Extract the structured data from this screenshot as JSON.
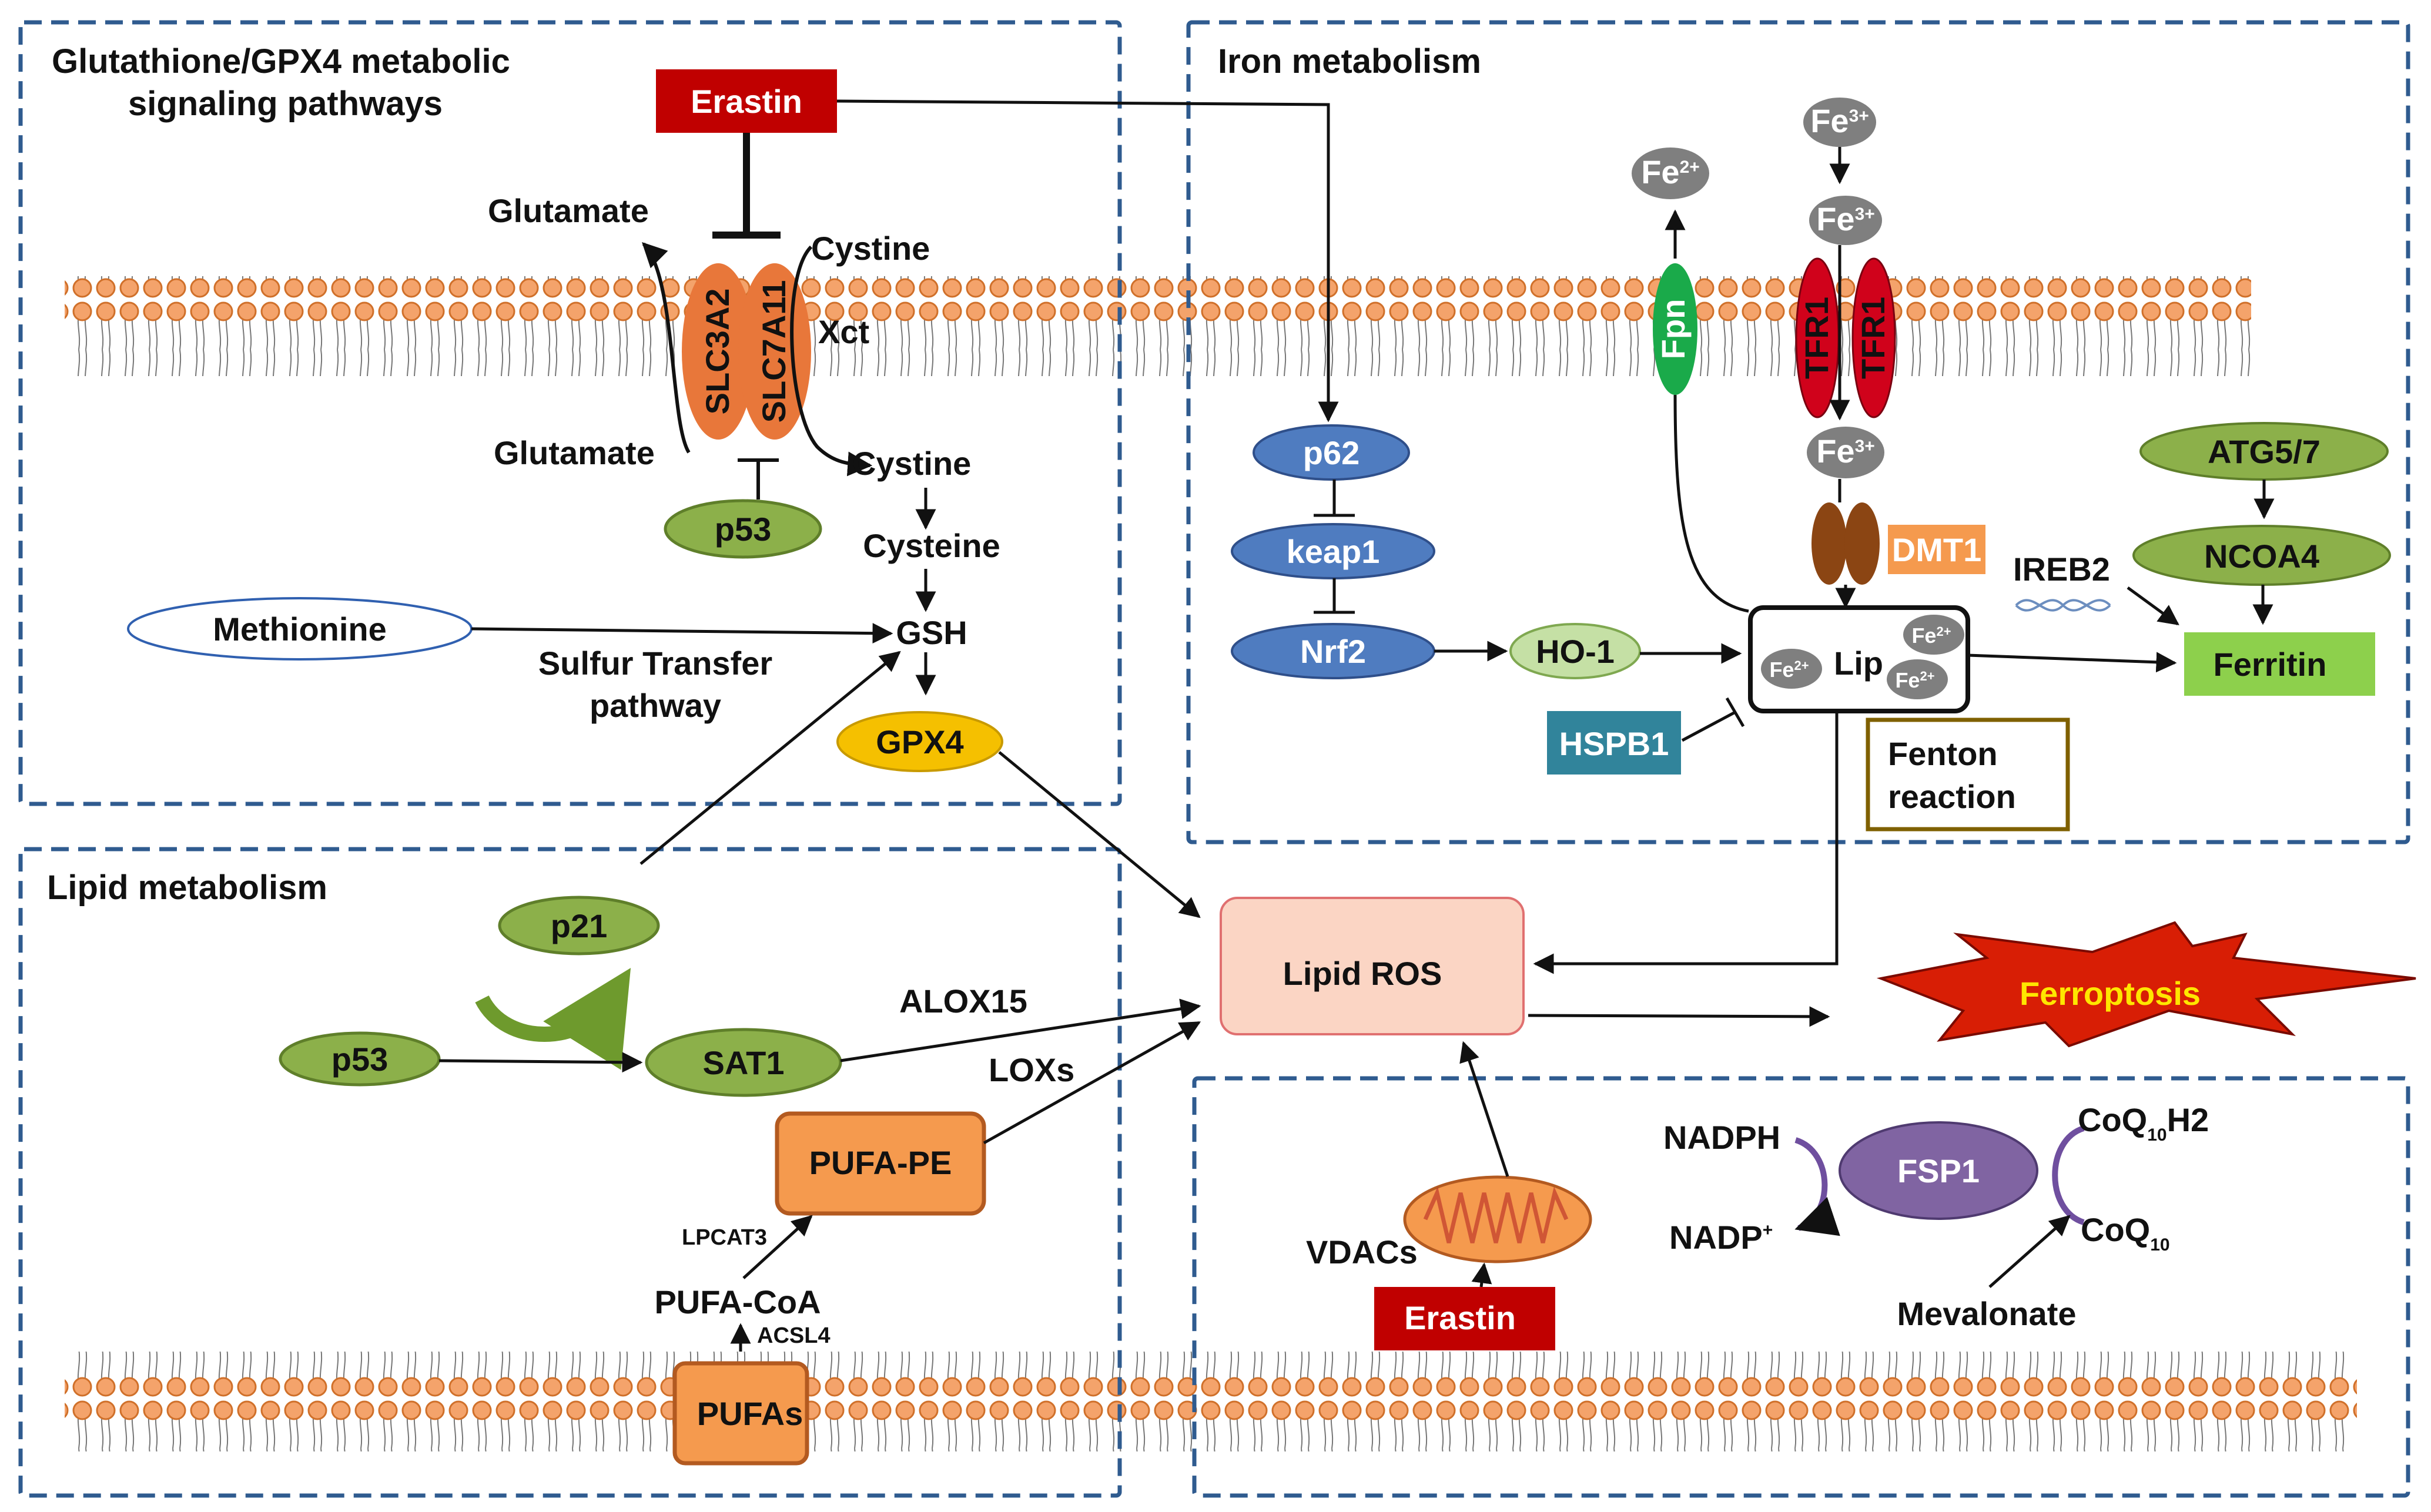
{
  "panels": {
    "gsh_title_1": "Glutathione/GPX4 metabolic",
    "gsh_title_2": "signaling pathways",
    "iron_title": "Iron metabolism",
    "lipid_title": "Lipid metabolism"
  },
  "gsh": {
    "erastin": "Erastin",
    "glutamate_out": "Glutamate",
    "cystine_out": "Cystine",
    "slc3a2": "SLC3A2",
    "slc7a11": "SLC7A11",
    "xct": "Xct",
    "glutamate_in": "Glutamate",
    "cystine_in": "Cystine",
    "p53": "p53",
    "cysteine": "Cysteine",
    "methionine": "Methionine",
    "gsh": "GSH",
    "sulfur_1": "Sulfur Transfer",
    "sulfur_2": "pathway",
    "gpx4": "GPX4"
  },
  "iron": {
    "fe": "Fe",
    "fe2_sup": "2+",
    "fe3_sup": "3+",
    "fpn": "Fpn",
    "tfr1": "TFR1",
    "p62": "p62",
    "keap1": "keap1",
    "nrf2": "Nrf2",
    "ho1": "HO-1",
    "dmt1": "DMT1",
    "lip": "Lip",
    "hspb1": "HSPB1",
    "fenton_1": "Fenton",
    "fenton_2": "reaction",
    "atg57": "ATG5/7",
    "ncoa4": "NCOA4",
    "ireb2": "IREB2",
    "ferritin": "Ferritin"
  },
  "lipid": {
    "p21": "p21",
    "p53": "p53",
    "sat1": "SAT1",
    "alox15": "ALOX15",
    "loxs": "LOXs",
    "pufa_pe": "PUFA-PE",
    "lpcat3": "LPCAT3",
    "pufa_coa": "PUFA-CoA",
    "acsl4": "ACSL4",
    "pufas": "PUFAs"
  },
  "center": {
    "lipid_ros": "Lipid ROS",
    "ferroptosis": "Ferroptosis"
  },
  "fsp1_panel": {
    "nadph": "NADPH",
    "nadp": "NADP",
    "nadp_sup": "+",
    "fsp1": "FSP1",
    "coq": "CoQ",
    "coq_sub": "10",
    "coq_h2_suffix": "H2",
    "mevalonate": "Mevalonate",
    "vdacs": "VDACs",
    "erastin": "Erastin"
  },
  "colors": {
    "panel_border": "#2f5b8f",
    "erastin": "#c00000",
    "orange": "#e8773a",
    "green": "#8cb04a",
    "blue": "#4f7cc0",
    "grey_fe": "#7f7f7f",
    "teal": "#31849b",
    "ros": "#fbd5c4",
    "ferritin": "#8dd04c",
    "gpx4": "#f5c000",
    "dmt1": "#f59a4e",
    "tfr1": "#d0021b",
    "fpn": "#1aaa4a",
    "fsp1": "#8064a2",
    "ferroptosis": "#d81e05"
  }
}
